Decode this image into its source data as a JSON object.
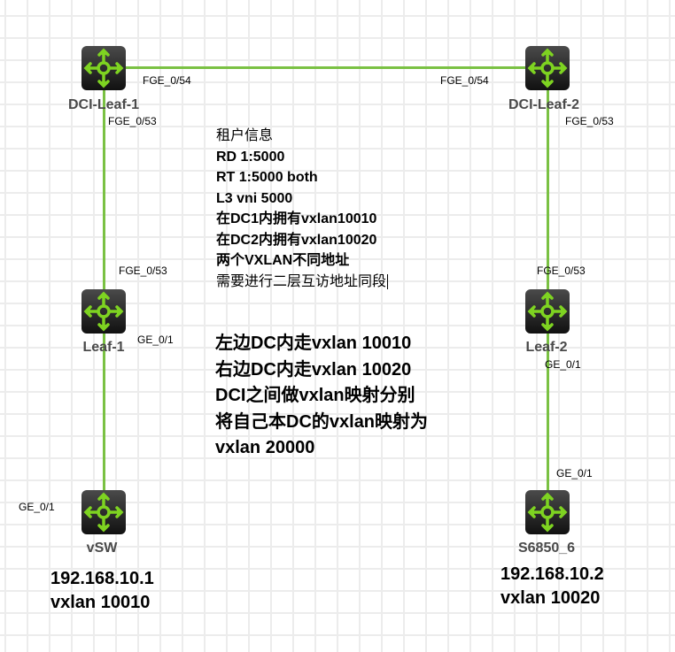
{
  "colors": {
    "link": "#7ac143",
    "device_icon": "#7ed321",
    "device_body": "#1a1a1a"
  },
  "nodes": [
    {
      "name": "DCI-Leaf-1",
      "icon": "switch-router-icon"
    },
    {
      "name": "DCI-Leaf-2",
      "icon": "switch-router-icon"
    },
    {
      "name": "Leaf-1",
      "icon": "switch-router-icon"
    },
    {
      "name": "Leaf-2",
      "icon": "switch-router-icon"
    },
    {
      "name": "vSW",
      "icon": "switch-router-icon"
    },
    {
      "name": "S6850_6",
      "icon": "switch-router-icon"
    }
  ],
  "ports": {
    "dci1_to_dci2": "FGE_0/54",
    "dci2_to_dci1": "FGE_0/54",
    "dci1_down": "FGE_0/53",
    "dci2_down": "FGE_0/53",
    "leaf1_up": "FGE_0/53",
    "leaf2_up": "FGE_0/53",
    "leaf1_down": "GE_0/1",
    "leaf2_down": "GE_0/1",
    "vsw_up": "GE_0/1",
    "s6850_up": "GE_0/1"
  },
  "tenant_note": [
    "租户信息",
    "RD 1:5000",
    "RT 1:5000 both",
    "L3 vni 5000",
    "在DC1内拥有vxlan10010",
    "在DC2内拥有vxlan10020",
    "两个VXLAN不同地址",
    "需要进行二层互访地址同段"
  ],
  "mapping_note": [
    "左边DC内走vxlan 10010",
    "右边DC内走vxlan 10020",
    "DCI之间做vxlan映射分别",
    "将自己本DC的vxlan映射为",
    "vxlan 20000"
  ],
  "hosts": [
    {
      "ip": "192.168.10.1",
      "vxlan": "vxlan 10010"
    },
    {
      "ip": "192.168.10.2",
      "vxlan": "vxlan 10020"
    }
  ]
}
